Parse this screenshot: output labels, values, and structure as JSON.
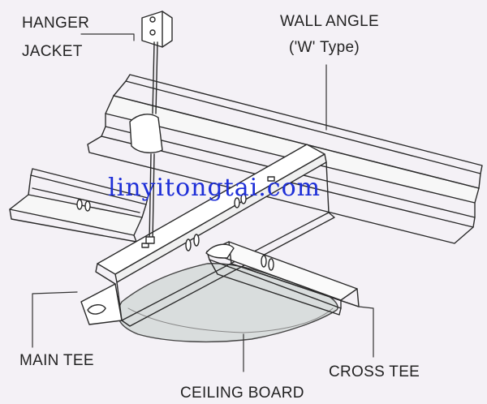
{
  "labels": {
    "hanger_line1": "HANGER",
    "hanger_line2": "JACKET",
    "wall_angle_line1": "WALL ANGLE",
    "wall_angle_line2": "('W' Type)",
    "main_tee": "MAIN TEE",
    "cross_tee": "CROSS TEE",
    "ceiling_board": "CEILING BOARD"
  },
  "watermark": "linyitongtai.com",
  "colors": {
    "background": "#f4f1f6",
    "line": "#2a2a2a",
    "watermark": "#1e2fd8",
    "board": "#d9dddd"
  }
}
